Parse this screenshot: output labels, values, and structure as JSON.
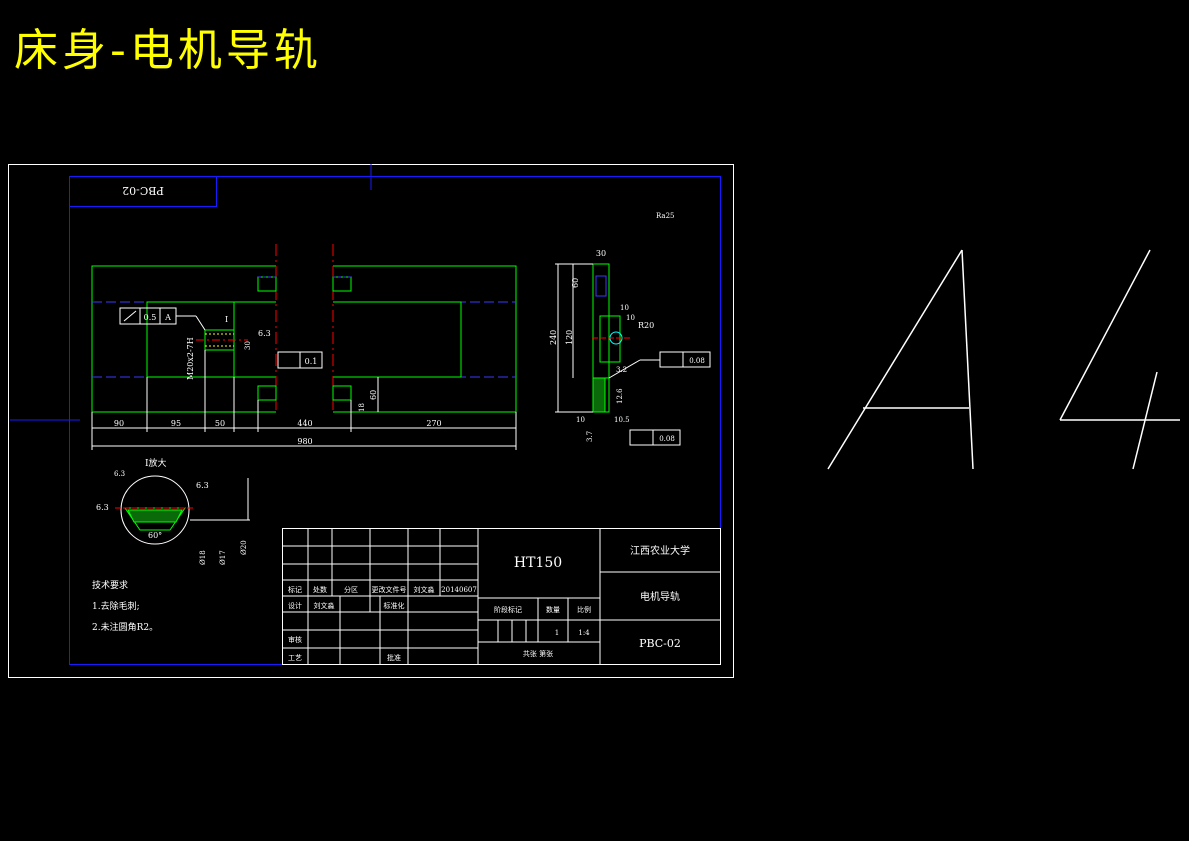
{
  "page_title": "床身-电机导轨",
  "drawing_code_flipped": "PBC-02",
  "roughness_note": "Ra25",
  "front_view": {
    "gdt_perp": "0.5",
    "gdt_perp_datum": "A",
    "gdt_flat": "0.1",
    "roughness_a": "6.3",
    "roughness_b": "30",
    "thread": "M20x2-7H",
    "section_mark": "I",
    "dim_90": "90",
    "dim_95": "95",
    "dim_50": "50",
    "dim_440": "440",
    "dim_270": "270",
    "dim_980": "980",
    "dim_60": "60",
    "dim_18": "18"
  },
  "side_view": {
    "dim_30": "30",
    "dim_60": "60",
    "dim_240": "240",
    "dim_120": "120",
    "dim_10a": "10",
    "dim_10b": "10",
    "radius": "R20",
    "gdt_flat_1": "0.08",
    "gdt_flat_2": "0.08",
    "dim_32": "3.2",
    "dim_10c": "10",
    "dim_105": "10.5",
    "dim_37": "3.7",
    "dim_126": "12.6"
  },
  "detail": {
    "label": "I放大",
    "angle": "60°",
    "roughness_1": "6.3",
    "roughness_2": "6.3",
    "roughness_3": "6.3",
    "dia_1": "Ø18",
    "dia_2": "Ø17",
    "dia_3": "Ø20"
  },
  "tech_req": {
    "heading": "技术要求",
    "item1": "1.去除毛刺;",
    "item2": "2.未注圆角R2。"
  },
  "title_block": {
    "material": "HT150",
    "university": "江西农业大学",
    "part_name": "电机导轨",
    "code": "PBC-02",
    "h_mark": "标记",
    "h_count": "处数",
    "h_zone": "分区",
    "h_docno": "更改文件号",
    "sign_name": "刘文淼",
    "date": "20140607",
    "h_design": "设计",
    "designer": "刘文淼",
    "h_std": "标准化",
    "h_review": "审核",
    "h_process": "工艺",
    "h_approve": "批准",
    "h_stage": "阶段标记",
    "h_weight": "数量",
    "h_scale": "比例",
    "quantity": "1",
    "scale": "1:4",
    "sheets": "共张 第张"
  },
  "sheet_size": "A4",
  "colors": {
    "title": "#ffff00",
    "frame": "#ffffff",
    "inner_frame": "#1a1aff",
    "part": "#00ff00",
    "center": "#ff0000",
    "hidden": "#3a3aff"
  }
}
